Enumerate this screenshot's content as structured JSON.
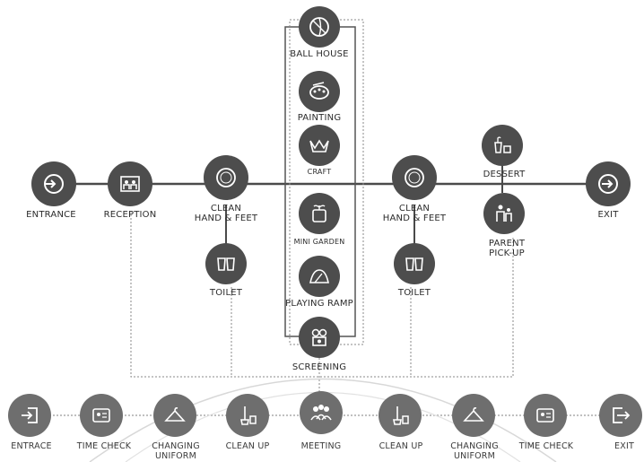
{
  "top_flow": {
    "entrance": "ENTRANCE",
    "reception": "RECEPTION",
    "clean1": [
      "CLEAN",
      "HAND & FEET"
    ],
    "toilet1": "TOILET",
    "clean2": [
      "CLEAN",
      "HAND & FEET"
    ],
    "toilet2": "TOILET",
    "dessert": "DESSERT",
    "parent": [
      "PARENT",
      "PICK-UP"
    ],
    "exit": "EXIT"
  },
  "activities": {
    "ball_house": "BALL HOUSE",
    "painting": "PAINTING",
    "craft": "CRAFT",
    "mini_garden": "MINI GARDEN",
    "playing_ramp": "PLAYING RAMP",
    "screening": "SCREENING"
  },
  "bottom_flow": {
    "entrace": "ENTRACE",
    "time_check1": "TIME CHECK",
    "changing1": [
      "CHANGING",
      "UNIFORM"
    ],
    "clean_up1": "CLEAN UP",
    "meeting": "MEETING",
    "clean_up2": "CLEAN UP",
    "changing2": [
      "CHANGING",
      "UNIFORM"
    ],
    "time_check2": "TIME CHECK",
    "exit": "EXIT"
  },
  "icons": {
    "entrance": "entrance-arrow-icon",
    "reception": "people-desk-icon",
    "clean": "water-circle-icon",
    "toilet": "cups-icon",
    "ball_house": "ball-icon",
    "painting": "palette-icon",
    "craft": "origami-icon",
    "mini_garden": "plant-pot-icon",
    "playing_ramp": "ramp-icon",
    "screening": "film-camera-icon",
    "dessert": "dessert-cups-icon",
    "parent": "parent-child-icon",
    "exit": "exit-arrow-icon",
    "time_check": "id-card-icon",
    "changing": "hanger-icon",
    "clean_up": "broom-bucket-icon",
    "meeting": "group-icon"
  },
  "colors": {
    "node": "#4d4d4d",
    "bottom_node": "#6e6e6e",
    "line": "#4a4a4a",
    "dotted": "#8a8a8a"
  }
}
